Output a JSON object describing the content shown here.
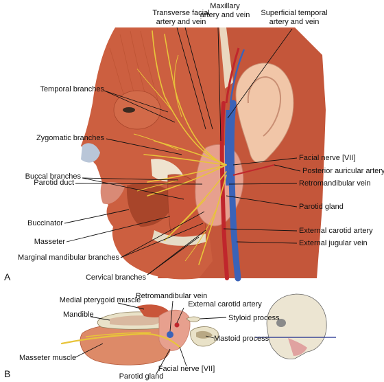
{
  "panel_a": {
    "letter": "A",
    "labels": {
      "transverse_facial_1": "Transverse facial",
      "transverse_facial_2": "artery and vein",
      "maxillary_1": "Maxillary",
      "maxillary_2": "artery and vein",
      "superficial_temporal_1": "Superficial temporal",
      "superficial_temporal_2": "artery and vein",
      "temporal_branches": "Temporal branches",
      "zygomatic_branches": "Zygomatic branches",
      "parotid_duct": "Parotid duct",
      "buccal_branches": "Buccal branches",
      "buccinator": "Buccinator",
      "masseter": "Masseter",
      "marginal_mandibular": "Marginal mandibular branches",
      "cervical_branches": "Cervical branches",
      "facial_nerve": "Facial nerve [VII]",
      "posterior_auricular": "Posterior auricular artery",
      "retromandibular": "Retromandibular vein",
      "parotid_gland": "Parotid gland",
      "external_carotid": "External carotid artery",
      "external_jugular": "External jugular vein"
    }
  },
  "panel_b": {
    "letter": "B",
    "labels": {
      "medial_pterygoid": "Medial pterygoid muscle",
      "retromandibular": "Retromandibular vein",
      "external_carotid": "External carotid artery",
      "mandible": "Mandible",
      "styloid": "Styloid process",
      "masseter_muscle": "Masseter muscle",
      "mastoid": "Mastoid process",
      "facial_nerve": "Facial nerve [VII]",
      "parotid_gland": "Parotid gland"
    }
  },
  "colors": {
    "muscle": "#c8573a",
    "muscle_light": "#dd8a68",
    "skin": "#f1c9b0",
    "nerve": "#e8c43a",
    "gland": "#e7a08e",
    "artery": "#c0262c",
    "vein": "#3b63b8",
    "bone": "#e9e2c8"
  }
}
